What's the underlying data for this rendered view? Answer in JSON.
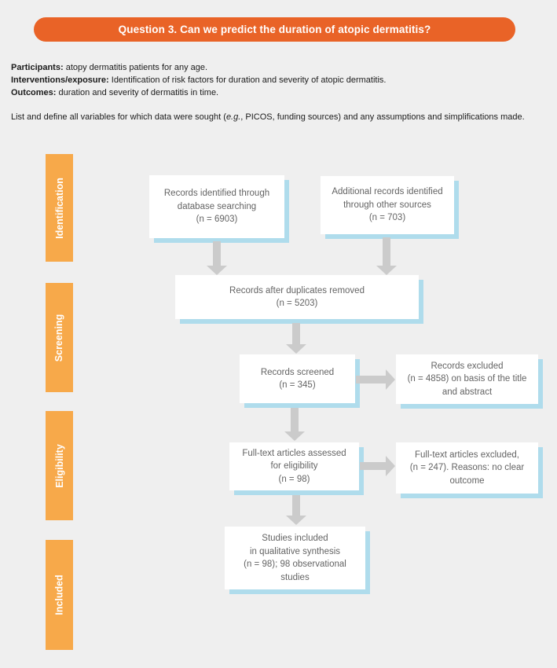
{
  "header": {
    "title": "Question 3. Can we predict the duration of atopic dermatitis?"
  },
  "criteria": [
    {
      "label": "Participants:",
      "text": " atopy dermatitis patients for any age."
    },
    {
      "label": "Interventions/exposure:",
      "text": " Identification of risk factors for duration and severity of atopic dermatitis."
    },
    {
      "label": "Outcomes:",
      "text": " duration and severity of dermatitis in time."
    }
  ],
  "note": {
    "part1": "List and define all variables for which data were sought (",
    "italic": "e.g.",
    "part2": ", PICOS, funding sources) and any assumptions and simplifications made."
  },
  "stages": [
    {
      "label": "Identification"
    },
    {
      "label": "Screening"
    },
    {
      "label": "Eligibility"
    },
    {
      "label": "Included"
    }
  ],
  "flow": {
    "identified": "Records identified through\ndatabase searching\n(n = 6903)",
    "additional": "Additional records identified\nthrough other sources\n(n = 703)",
    "duplicates": "Records after duplicates removed\n(n = 5203)",
    "screened": "Records screened\n(n = 345)",
    "screened_excluded": "Records excluded\n(n = 4858) on basis of the title\nand abstract",
    "fulltext": "Full-text articles assessed\nfor eligibility\n(n = 98)",
    "fulltext_excluded": "Full-text articles excluded,\n(n = 247). Reasons: no clear\noutcome",
    "included": "Studies included\nin qualitative synthesis\n(n = 98); 98 observational\nstudies"
  },
  "colors": {
    "banner-orange": "#E96327",
    "stage-orange": "#F7A94A",
    "shadow-blue": "#AFDCEC",
    "arrow-gray": "#CBCBCB",
    "page-bg": "#EFEFEF",
    "box-text": "#646464"
  }
}
